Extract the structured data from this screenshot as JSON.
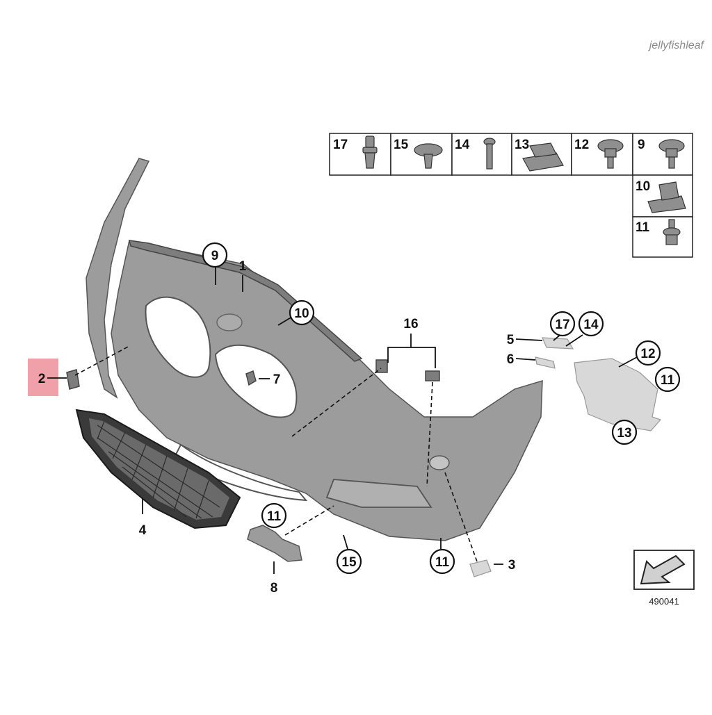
{
  "watermark": "jellyfishleaf",
  "diagram_code": "490041",
  "hardware_table": [
    {
      "num": "17"
    },
    {
      "num": "15"
    },
    {
      "num": "14"
    },
    {
      "num": "13"
    },
    {
      "num": "12"
    },
    {
      "num": "9"
    },
    {
      "num": "10"
    },
    {
      "num": "11"
    }
  ],
  "callouts": {
    "c1": "1",
    "c2": "2",
    "c3": "3",
    "c4": "4",
    "c5": "5",
    "c6": "6",
    "c7": "7",
    "c8": "8",
    "c9": "9",
    "c10": "10",
    "c11a": "11",
    "c11b": "11",
    "c11c": "11",
    "c12": "12",
    "c13": "13",
    "c14": "14",
    "c15": "15",
    "c16": "16",
    "c17": "17"
  },
  "colors": {
    "highlight": "#f0a0a8",
    "part": "#9c9c9c",
    "ghost": "#d8d8d8"
  },
  "icons": [
    "direction-arrow-icon"
  ]
}
